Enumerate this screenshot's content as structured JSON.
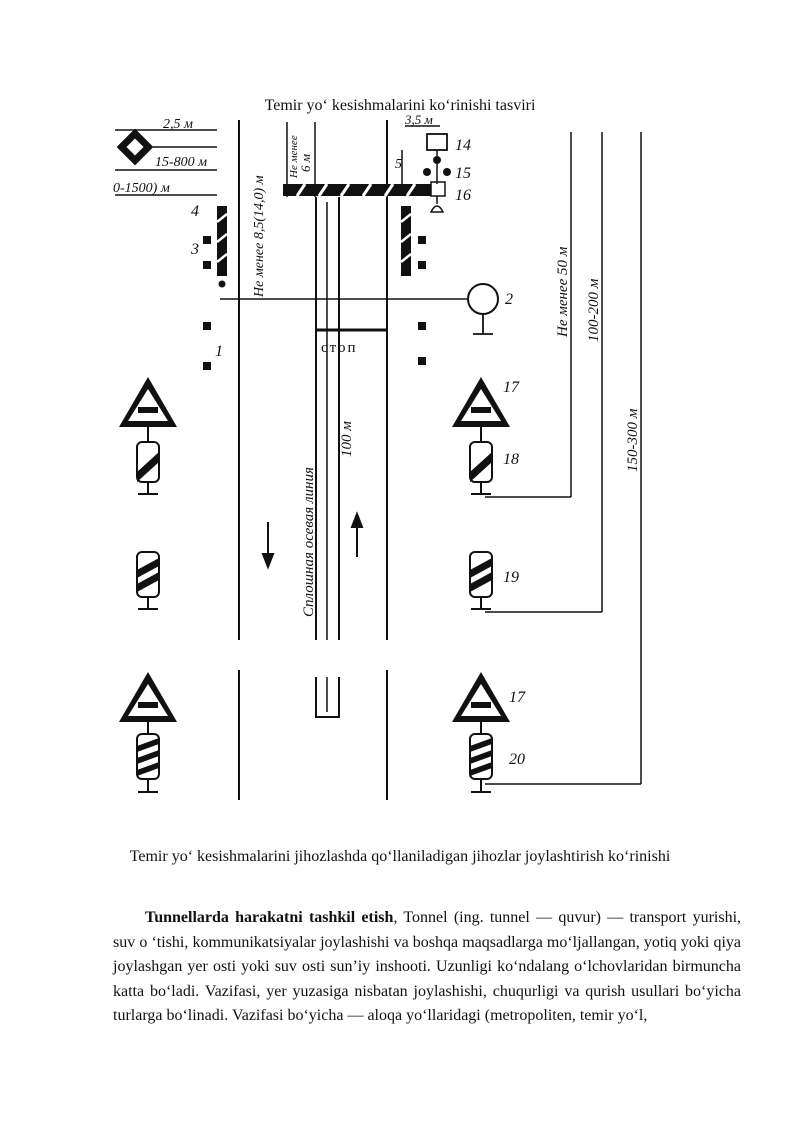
{
  "figure": {
    "title": "Temir yo‘ kesishmalarini ko‘rinishi tasviri",
    "labels": {
      "d_2_5": "2,5 м",
      "d_15_800": "15-800 м",
      "d_0_1500": "0-1500) м",
      "d_not_less_8_5": "Не менее 8,5(14,0) м",
      "d_not_less": "Не менее",
      "d_6": "6 м",
      "d_5": "5",
      "d_3_5": "3,5 м",
      "d_not_less_50": "Не менее 50 м",
      "d_100_200": "100-200 м",
      "d_150_300": "150-300 м",
      "d_100": "100 м",
      "road_text": "стоп",
      "axis_text": "Сплошная осевая линия",
      "n1": "1",
      "n2": "2",
      "n3": "3",
      "n4": "4",
      "n14": "14",
      "n15": "15",
      "n16": "16",
      "n17a": "17",
      "n17b": "17",
      "n18": "18",
      "n19": "19",
      "n20": "20"
    }
  },
  "caption": "Temir yo‘ kesishmalarini jihozlashda qo‘llaniladigan jihozlar  joylashtirish ko‘rinishi",
  "paragraph": {
    "lead": "Tunnellarda harakatni tashkil etish",
    "text": ",  Tonnel (ing. tunnel — quvur) — transport yurishi, suv o ‘tishi, kommunikatsiyalar joylashishi va boshqa maqsadlarga mo‘ljallangan, yotiq yoki qiya joylashgan yer osti yoki suv osti sun’iy inshooti. Uzunligi ko‘ndalang o‘lchovlaridan birmuncha katta bo‘ladi. Vazifasi, yer yuzasiga nisbatan joylashishi, chuqurligi va qurish usullari bo‘yicha turlarga bo‘linadi. Vazifasi bo‘yicha — aloqa yo‘llaridagi (metropoliten, temir yo‘l,"
  }
}
